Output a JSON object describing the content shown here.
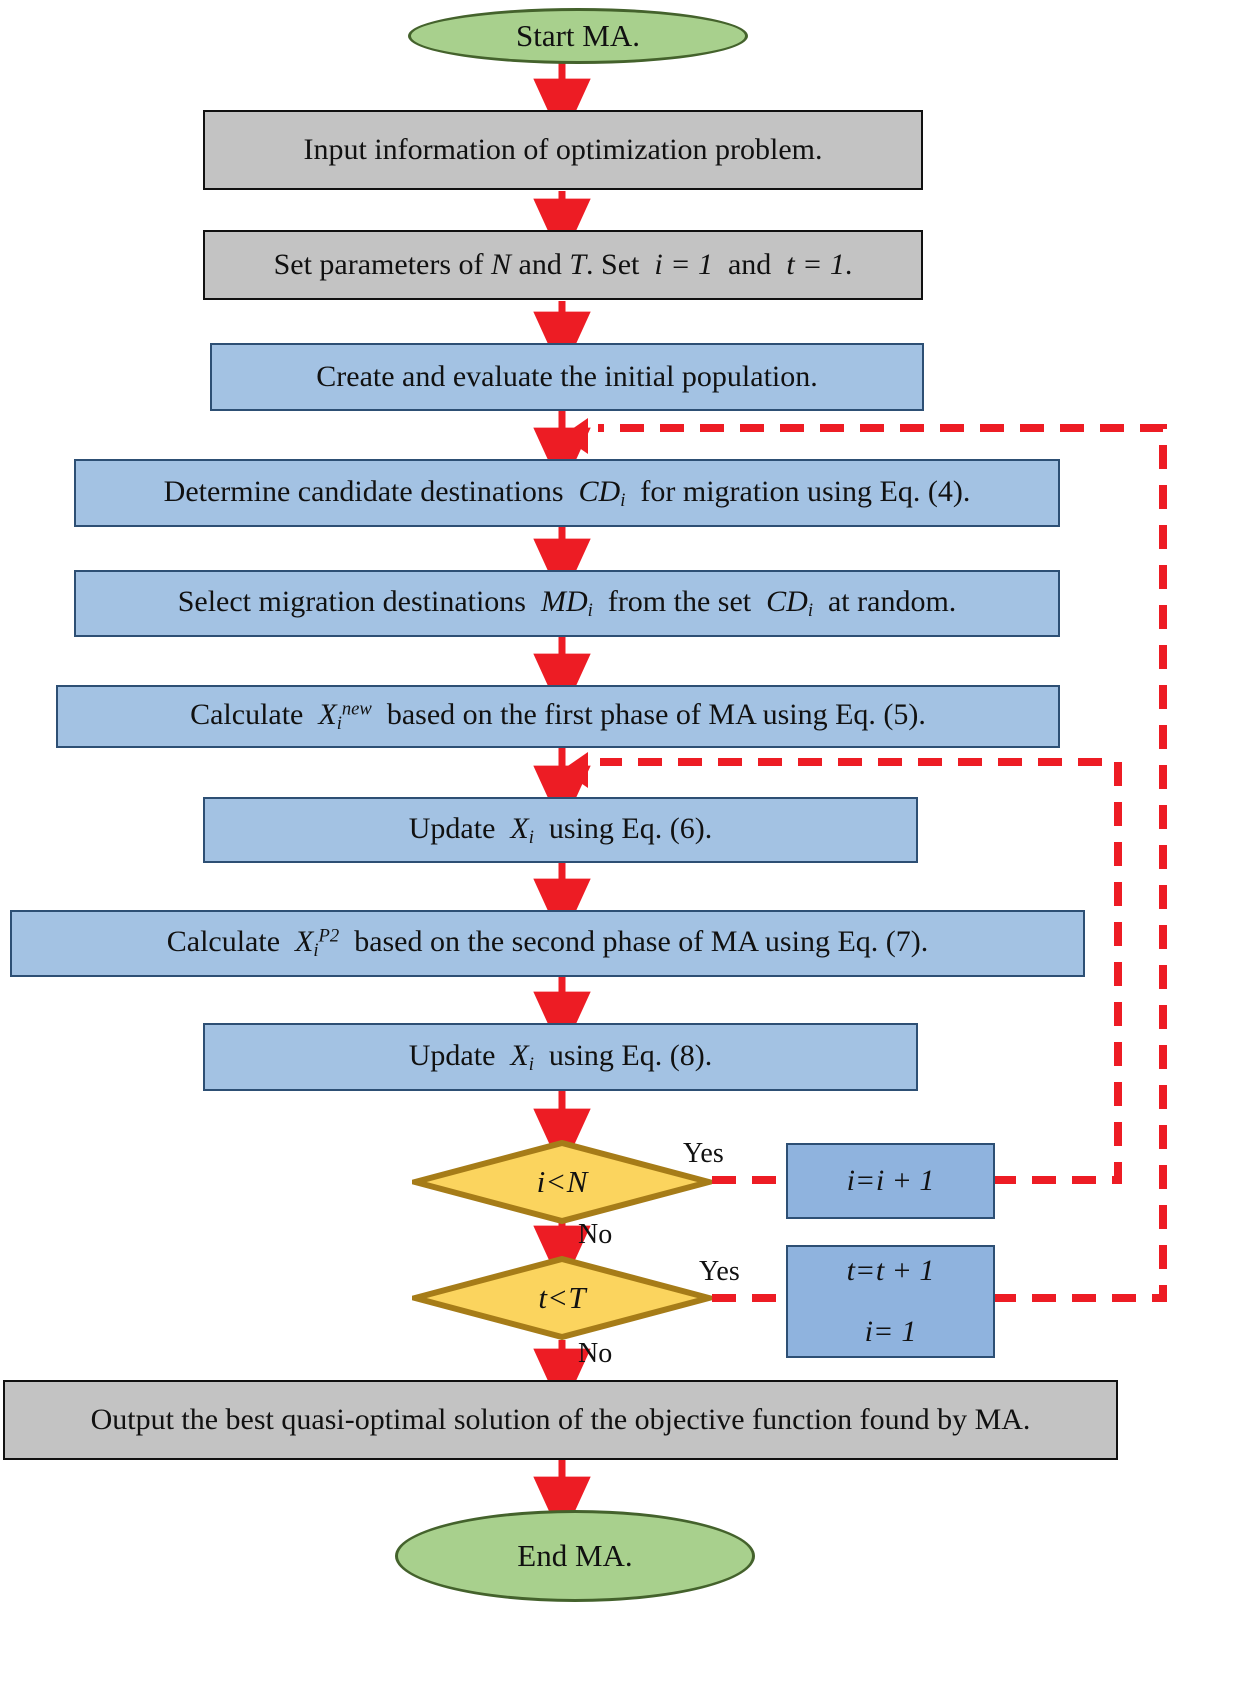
{
  "diagram": {
    "title": "Flowchart of Migration Algorithm (MA)",
    "type": "flowchart",
    "colors": {
      "terminator_fill": "#a8d08d",
      "terminator_border": "#44622c",
      "process_gray_fill": "#c3c3c3",
      "process_gray_border": "#111111",
      "process_blue_fill": "#a3c2e3",
      "process_blue_border": "#2d4f74",
      "loopbox_fill": "#8fb3de",
      "decision_fill": "#fbd45e",
      "decision_border": "#a67c18",
      "arrow_color": "#ed1c24",
      "feedback_color": "#ed1c24",
      "background": "#ffffff"
    }
  },
  "nodes": {
    "start": {
      "label": "Start MA.",
      "shape": "ellipse"
    },
    "input": {
      "label": "Input information of optimization problem.",
      "shape": "rect-gray"
    },
    "setparams": {
      "label": "Set parameters of N and T. Set i = 1 and t = 1.",
      "shape": "rect-gray"
    },
    "initpop": {
      "label": "Create and evaluate the initial population.",
      "shape": "rect-blue"
    },
    "candidates": {
      "label": "Determine candidate destinations CDi for migration using Eq. (4).",
      "shape": "rect-blue"
    },
    "select": {
      "label": "Select migration destinations MDi from the set CDi at random.",
      "shape": "rect-blue"
    },
    "calc_new": {
      "label": "Calculate Xi^new based on the first phase of MA using Eq. (5).",
      "shape": "rect-blue"
    },
    "update6": {
      "label": "Update Xi using Eq. (6).",
      "shape": "rect-blue"
    },
    "calc_p2": {
      "label": "Calculate Xi^P2 based on the second phase of MA using Eq. (7).",
      "shape": "rect-blue"
    },
    "update8": {
      "label": "Update Xi using Eq. (8).",
      "shape": "rect-blue"
    },
    "dec_i": {
      "label": "i < N",
      "shape": "diamond"
    },
    "dec_t": {
      "label": "t < T",
      "shape": "diamond"
    },
    "inc_i": {
      "label": "i = i + 1",
      "shape": "rect-blue"
    },
    "inc_t_line1": {
      "label": "t = t + 1",
      "shape": "rect-blue"
    },
    "inc_t_line2": {
      "label": "i = 1",
      "shape": "rect-blue"
    },
    "output": {
      "label": "Output the best quasi-optimal solution of the objective function found by MA.",
      "shape": "rect-gray"
    },
    "end": {
      "label": "End MA.",
      "shape": "ellipse"
    }
  },
  "edge_labels": {
    "yes_i": "Yes",
    "no_i": "No",
    "yes_t": "Yes",
    "no_t": "No"
  },
  "text_fragments": {
    "setparams": {
      "p1": "Set parameters of ",
      "N": "N",
      "p2": " and ",
      "T": "T",
      "p3": ". Set ",
      "i_eq": "i = 1",
      "p4": " and ",
      "t_eq": "t = 1",
      "p5": "."
    },
    "candidates": {
      "p1": "Determine candidate destinations ",
      "sym": "CD",
      "sub": "i",
      "p2": " for migration using Eq. (4)."
    },
    "select": {
      "p1": "Select migration destinations ",
      "sym1": "MD",
      "sub1": "i",
      "p2": " from the set ",
      "sym2": "CD",
      "sub2": "i",
      "p3": " at random."
    },
    "calc_new": {
      "p1": "Calculate ",
      "sym": "X",
      "sub": "i",
      "sup": "new",
      "p2": " based on the first phase of MA using Eq. (5)."
    },
    "update6": {
      "p1": "Update ",
      "sym": "X",
      "sub": "i",
      "p2": " using Eq. (6)."
    },
    "calc_p2": {
      "p1": "Calculate ",
      "sym": "X",
      "sub": "i",
      "sup": "P2",
      "p2": " based on the second phase of MA using Eq. (7)."
    },
    "update8": {
      "p1": "Update ",
      "sym": "X",
      "sub": "i",
      "p2": " using Eq. (8)."
    },
    "dec_i": {
      "left": "i",
      "op": "<",
      "right": "N"
    },
    "dec_t": {
      "left": "t",
      "op": "<",
      "right": "T"
    },
    "inc_i": {
      "lhs": "i",
      "eq": "=",
      "rhs": "i + 1"
    },
    "inc_t": {
      "lhs": "t",
      "eq": "=",
      "rhs": "t + 1"
    },
    "reset_i": {
      "lhs": "i",
      "eq": "=",
      "rhs": "1"
    }
  }
}
